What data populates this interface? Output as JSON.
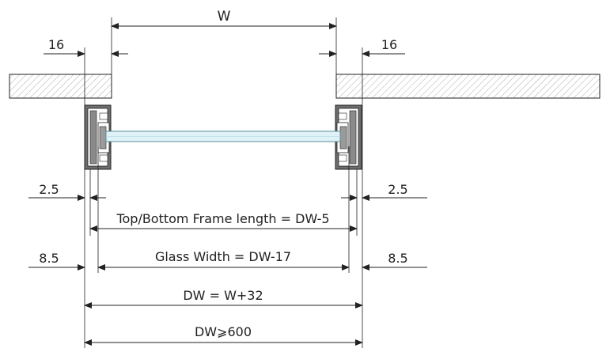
{
  "labels": {
    "w": "W",
    "gap_left": "16",
    "gap_right": "16",
    "offset_left_top": "2.5",
    "offset_right_top": "2.5",
    "frame_length": "Top/Bottom Frame length = DW-5",
    "offset_left_bottom": "8.5",
    "offset_right_bottom": "8.5",
    "glass_width": "Glass Width = DW-17",
    "dw": "DW = W+32",
    "dw_min": "DW⩾600"
  },
  "colors": {
    "line": "#222222",
    "wall_hatch": "#9a9a9a",
    "frame_fill": "#6e6e6e",
    "glass_fill": "#dff2f7",
    "glass_edge": "#5a8e9a"
  }
}
